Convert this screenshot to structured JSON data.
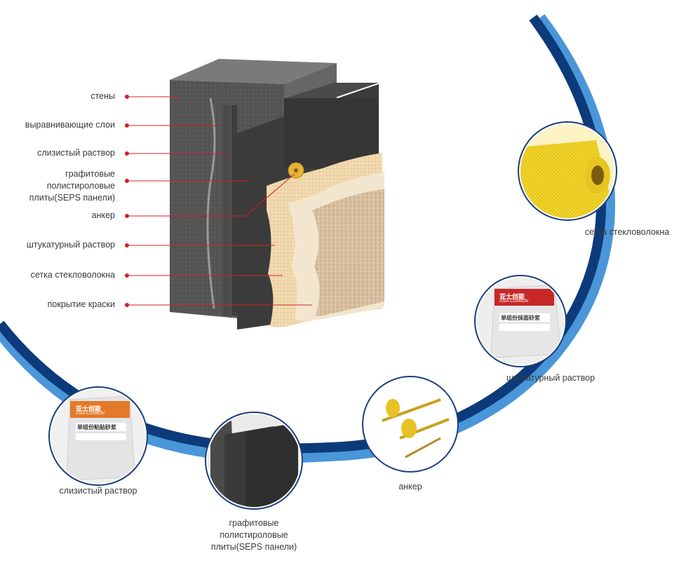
{
  "layers": [
    {
      "label": "стены"
    },
    {
      "label": "выравнивающие слои"
    },
    {
      "label": "слизистый раствор"
    },
    {
      "label": "графитовые\nполистироловые\nплиты(SEPS панели)"
    },
    {
      "label": "анкер"
    },
    {
      "label": "штукатурный раствор"
    },
    {
      "label": "сетка стекловолокна"
    },
    {
      "label": "покрытие краски"
    }
  ],
  "products": [
    {
      "label": "сетка стекловолокна",
      "icon": "fiberglass-mesh-roll-icon"
    },
    {
      "label": "штукатурный раствор",
      "icon": "plaster-mortar-bag-icon",
      "bag_text": [
        "亚士创能",
        "ASIA CUANON",
        "单组份抹面砂浆"
      ]
    },
    {
      "label": "анкер",
      "icon": "anchor-dowel-icon"
    },
    {
      "label": "графитовые\nполистироловые\nплиты(SEPS панели)",
      "icon": "graphite-eps-board-icon"
    },
    {
      "label": "слизистый раствор",
      "icon": "adhesive-mortar-bag-icon",
      "bag_text": [
        "亚士创能",
        "ASIA CUANON",
        "单组份粘贴砂浆"
      ]
    }
  ],
  "colors": {
    "arc_dark": "#0d3a7a",
    "arc_light": "#4a96d8",
    "pointer_red": "#d32027",
    "circle_border": "#1b3f7a"
  }
}
